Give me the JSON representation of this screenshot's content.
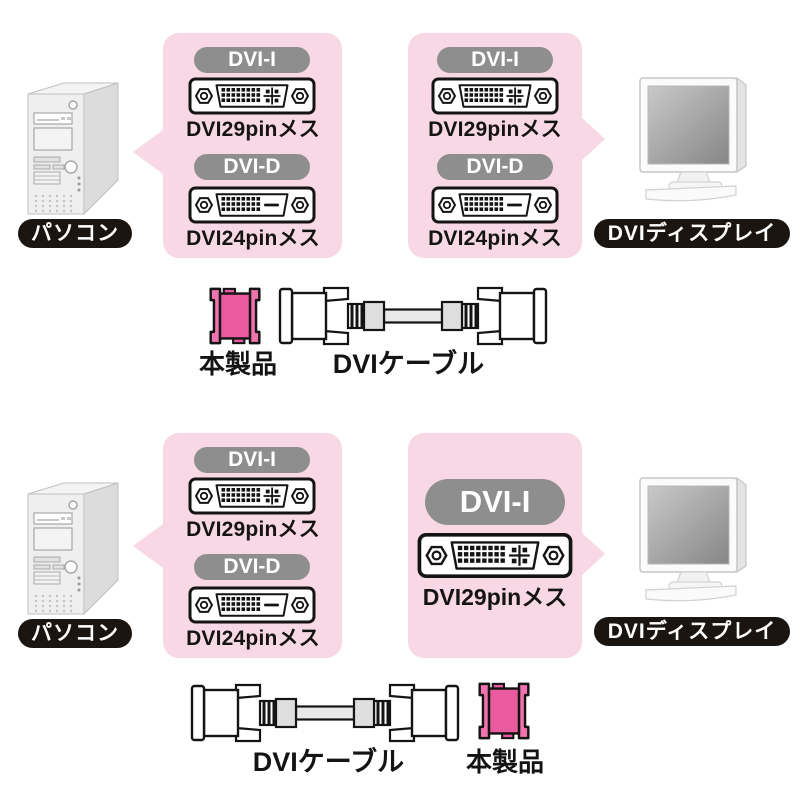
{
  "colors": {
    "panel_pink": "#F8D8E4",
    "badge_gray": "#8E8E8E",
    "adapter_pink": "#EA5A9E",
    "adapter_pink_light": "#F173AE",
    "name_pill_black": "#1B1511",
    "text_black": "#141414",
    "cable_gray": "#DEDEDE"
  },
  "diagram_top": {
    "pc_label": "パソコン",
    "display_label": "DVIディスプレイ",
    "pc_side_panel": {
      "blocks": [
        {
          "badge": "DVI-I",
          "caption": "DVI29pinメス",
          "icon": "dvi-i-female-connector"
        },
        {
          "badge": "DVI-D",
          "caption": "DVI24pinメス",
          "icon": "dvi-d-female-connector"
        }
      ]
    },
    "display_side_panel": {
      "blocks": [
        {
          "badge": "DVI-I",
          "caption": "DVI29pinメス",
          "icon": "dvi-i-female-connector"
        },
        {
          "badge": "DVI-D",
          "caption": "DVI24pinメス",
          "icon": "dvi-d-female-connector"
        }
      ]
    },
    "adapter_label": "本製品",
    "cable_label": "DVIケーブル"
  },
  "diagram_bottom": {
    "pc_label": "パソコン",
    "display_label": "DVIディスプレイ",
    "pc_side_panel": {
      "blocks": [
        {
          "badge": "DVI-I",
          "caption": "DVI29pinメス",
          "icon": "dvi-i-female-connector"
        },
        {
          "badge": "DVI-D",
          "caption": "DVI24pinメス",
          "icon": "dvi-d-female-connector"
        }
      ]
    },
    "display_side_panel": {
      "blocks": [
        {
          "badge": "DVI-I",
          "caption": "DVI29pinメス",
          "icon": "dvi-i-female-connector"
        }
      ]
    },
    "cable_label": "DVIケーブル",
    "adapter_label": "本製品"
  }
}
